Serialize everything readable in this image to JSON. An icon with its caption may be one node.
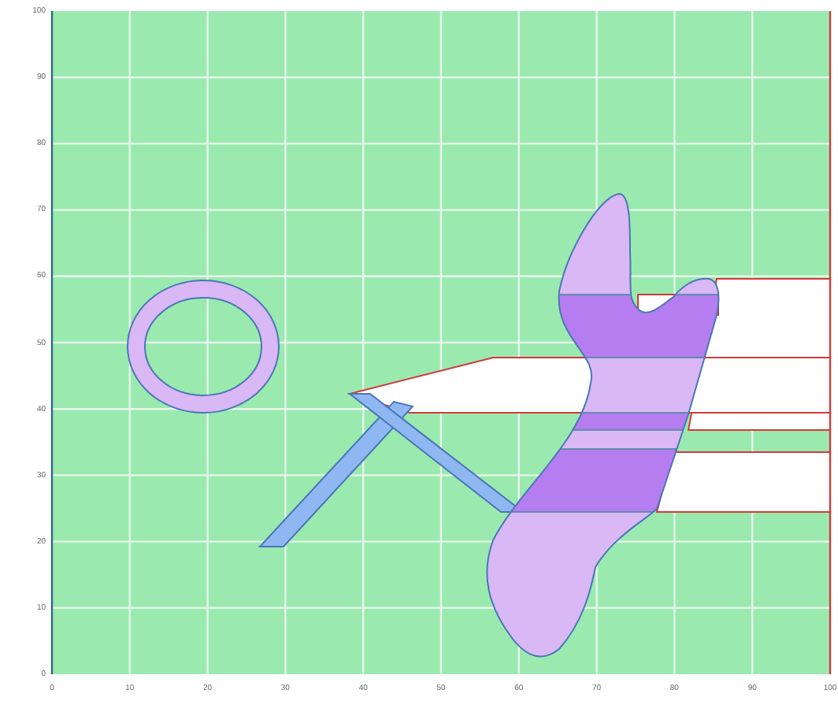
{
  "diagram": {
    "labels": [
      "100",
      "90",
      "80",
      "70",
      "60",
      "50",
      "40",
      "30",
      "20",
      "10",
      "0",
      "0",
      "10",
      "20",
      "30",
      "40",
      "50",
      "60",
      "70",
      "80",
      "90",
      "100"
    ]
  }
}
